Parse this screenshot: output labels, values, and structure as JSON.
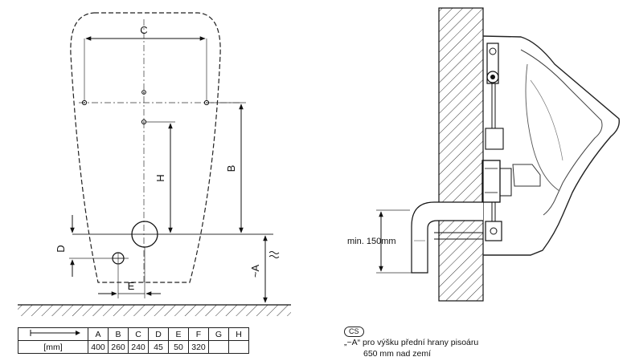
{
  "front_view": {
    "dimension_labels": {
      "c": "C",
      "b": "B",
      "h": "H",
      "d": "D",
      "e": "E",
      "a": "~A"
    }
  },
  "side_view": {
    "min_height_label": "min. 150mm"
  },
  "table": {
    "unit_label": "[mm]",
    "columns": [
      "A",
      "B",
      "C",
      "D",
      "E",
      "F",
      "G",
      "H"
    ],
    "values": [
      "400",
      "260",
      "240",
      "45",
      "50",
      "320",
      "",
      ""
    ]
  },
  "caption": {
    "badge": "CS",
    "line1": "„~A“ pro výšku přední hrany pisoáru",
    "line2": "650 mm nad zemí"
  }
}
